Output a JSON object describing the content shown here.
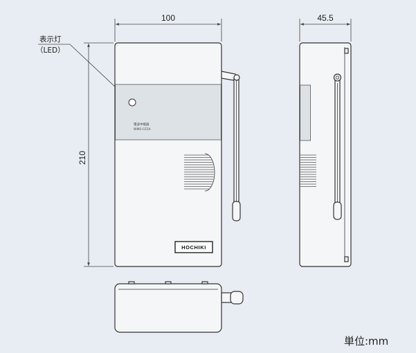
{
  "diagram": {
    "dimensions": {
      "width": "100",
      "depth": "45.5",
      "height": "210"
    },
    "led_label": {
      "name": "表示灯",
      "sub": "（LED）"
    },
    "panel_text": {
      "line1": "電波中継器",
      "line2": "WMS-CE5A"
    },
    "logo_text": "HOCHIKI",
    "unit": "単位:mm"
  },
  "colors": {
    "background": "#e7edf2",
    "body": "#f4f6f8",
    "outline": "#333333",
    "panel": "#dde2e7"
  }
}
